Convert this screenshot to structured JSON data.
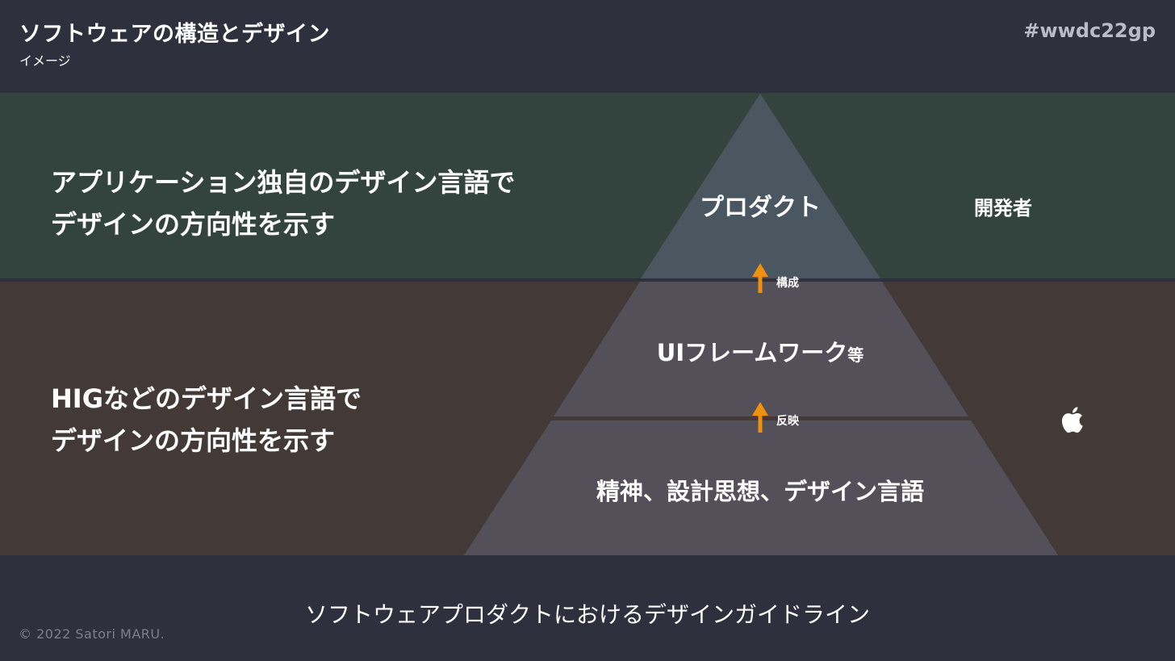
{
  "header": {
    "title": "ソフトウェアの構造とデザイン",
    "subtitle": "イメージ",
    "hashtag": "#wwdc22gp"
  },
  "bands": {
    "top": {
      "description_line1": "アプリケーション独自のデザイン言語で",
      "description_line2": "デザインの方向性を示す",
      "actor": "開発者",
      "color": "#33443e"
    },
    "bottom": {
      "description_line1": "HIGなどのデザイン言語で",
      "description_line2": "デザインの方向性を示す",
      "actor_icon": "apple-logo-icon",
      "color": "#433a37"
    }
  },
  "pyramid": {
    "layers": [
      {
        "label": "プロダクト",
        "color": "#4a5760"
      },
      {
        "label": "UIフレームワーク",
        "suffix": "等",
        "color": "#545059"
      },
      {
        "label": "精神、設計思想、デザイン言語",
        "color": "#545059"
      }
    ],
    "arrows": [
      {
        "label": "構成",
        "icon": "arrow-up-icon",
        "color": "#f0900e"
      },
      {
        "label": "反映",
        "icon": "arrow-up-icon",
        "color": "#f0900e"
      }
    ]
  },
  "footer": {
    "caption": "ソフトウェアプロダクトにおけるデザインガイドライン",
    "copyright": "© 2022 Satori MARU."
  }
}
